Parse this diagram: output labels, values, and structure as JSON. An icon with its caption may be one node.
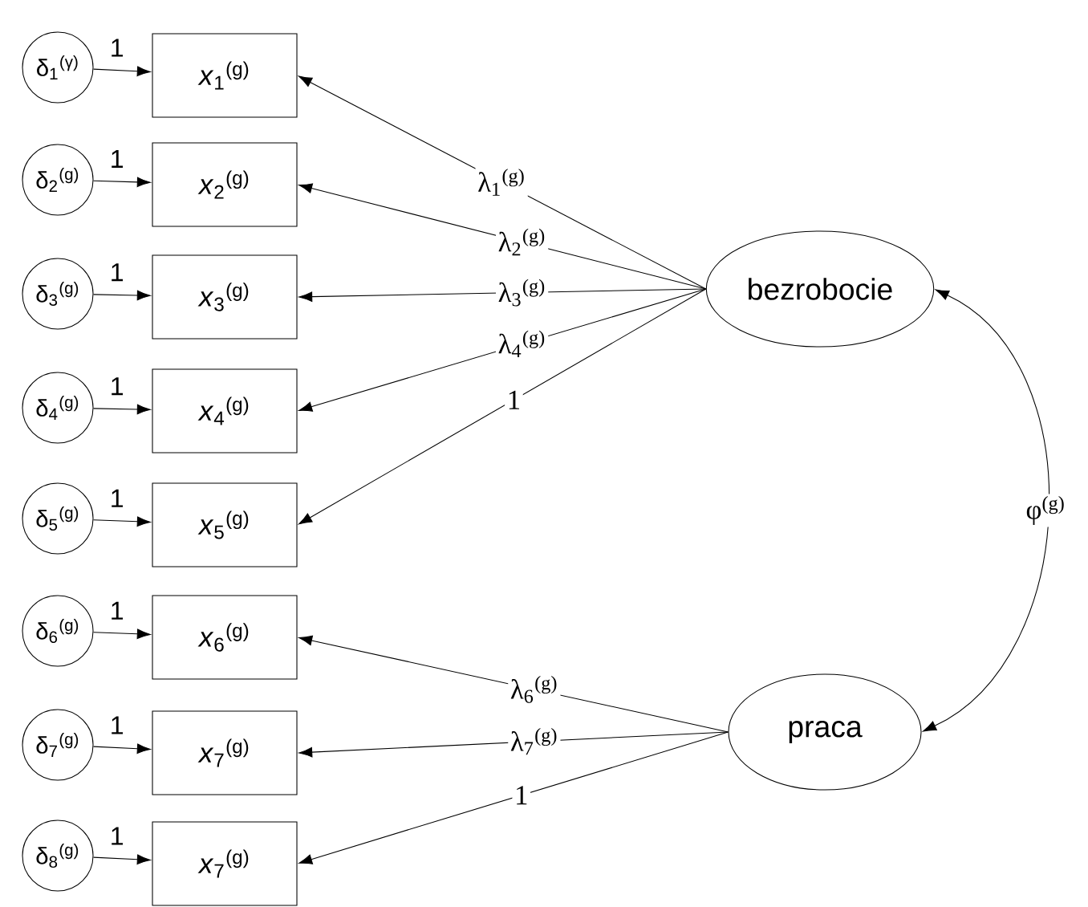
{
  "diagram": {
    "nodes": [
      {
        "text": [
          "δ$_{1}$$^{(γ)}$"
        ]
      },
      {
        "text": [
          "δ$_{2}$$^{(g)}$"
        ]
      },
      {
        "text": [
          "δ$_{3}$$^{(g)}$"
        ]
      },
      {
        "text": [
          "δ$_{4}$$^{(g)}$"
        ]
      },
      {
        "text": [
          "δ$_{5}$$^{(g)}$"
        ]
      },
      {
        "text": [
          "δ$_{6}$$^{(g)}$"
        ]
      },
      {
        "text": [
          "δ$_{7}$$^{(g)}$"
        ]
      },
      {
        "text": [
          "δ$_{8}$$^{(g)}$"
        ]
      },
      {
        "text": [
          "*x*$_{1}$$^{(g)}$"
        ]
      },
      {
        "text": [
          "*x*$_{2}$$^{(g)}$"
        ]
      },
      {
        "text": [
          "*x*$_{3}$$^{(g)}$"
        ]
      },
      {
        "text": [
          "*x*$_{4}$$^{(g)}$"
        ]
      },
      {
        "text": [
          "*x*$_{5}$$^{(g)}$"
        ]
      },
      {
        "text": [
          "*x*$_{6}$$^{(g)}$"
        ]
      },
      {
        "text": [
          "*x*$_{7}$$^{(g)}$"
        ]
      },
      {
        "text": [
          "*x*$_{7}$$^{(g)}$"
        ]
      },
      {
        "text": [
          "bezrobocie"
        ]
      },
      {
        "text": [
          "praca"
        ]
      }
    ],
    "edges": [
      {
        "from": 0,
        "to": 8,
        "arrow": "to",
        "label": "1"
      },
      {
        "from": 1,
        "to": 9,
        "arrow": "to",
        "label": "1"
      },
      {
        "from": 2,
        "to": 10,
        "arrow": "to",
        "label": "1"
      },
      {
        "from": 3,
        "to": 11,
        "arrow": "to",
        "label": "1"
      },
      {
        "from": 4,
        "to": 12,
        "arrow": "to",
        "label": "1"
      },
      {
        "from": 5,
        "to": 13,
        "arrow": "to",
        "label": "1"
      },
      {
        "from": 6,
        "to": 14,
        "arrow": "to",
        "label": "1"
      },
      {
        "from": 7,
        "to": 15,
        "arrow": "to",
        "label": "1"
      },
      {
        "from": 16,
        "to": 8,
        "arrow": "to",
        "label": "λ$_{1}$$^{(g)}$"
      },
      {
        "from": 16,
        "to": 9,
        "arrow": "to",
        "label": "λ$_{2}$$^{(g)}$"
      },
      {
        "from": 16,
        "to": 10,
        "arrow": "to",
        "label": "λ$_{3}$$^{(g)}$"
      },
      {
        "from": 16,
        "to": 11,
        "arrow": "to",
        "label": "λ$_{4}$$^{(g)}$"
      },
      {
        "from": 16,
        "to": 12,
        "arrow": "to",
        "label": "1"
      },
      {
        "from": 17,
        "to": 13,
        "arrow": "to",
        "label": "λ$_{6}$$^{(g)}$"
      },
      {
        "from": 17,
        "to": 14,
        "arrow": "to",
        "label": "λ$_{7}$$^{(g)}$"
      },
      {
        "from": 17,
        "to": 15,
        "arrow": "to",
        "label": "1"
      },
      {
        "from": 16,
        "to": 17,
        "arrow": "both",
        "label": "φ$^{(g)}$"
      }
    ]
  }
}
